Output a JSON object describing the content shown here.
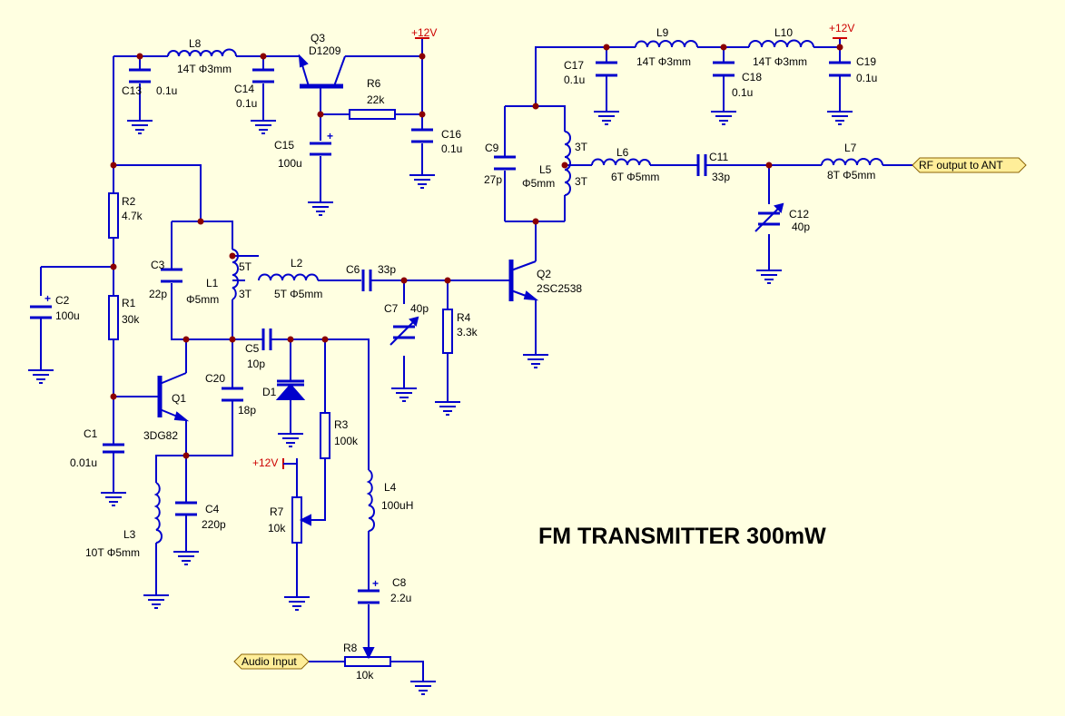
{
  "title": "FM TRANSMITTER 300mW",
  "ports": {
    "rf_out": "RF output  to ANT",
    "audio_in": "Audio Input"
  },
  "supply": "+12V",
  "transistors": {
    "q1": {
      "ref": "Q1",
      "part": "3DG82"
    },
    "q2": {
      "ref": "Q2",
      "part": "2SC2538"
    },
    "q3": {
      "ref": "Q3",
      "part": "D1209"
    }
  },
  "diode": {
    "ref": "D1"
  },
  "resistors": {
    "r1": {
      "ref": "R1",
      "value": "30k"
    },
    "r2": {
      "ref": "R2",
      "value": "4.7k"
    },
    "r3": {
      "ref": "R3",
      "value": "100k"
    },
    "r4": {
      "ref": "R4",
      "value": "3.3k"
    },
    "r6": {
      "ref": "R6",
      "value": "22k"
    },
    "r7": {
      "ref": "R7",
      "value": "10k"
    },
    "r8": {
      "ref": "R8",
      "value": "10k"
    }
  },
  "capacitors": {
    "c1": {
      "ref": "C1",
      "value": "0.01u"
    },
    "c2": {
      "ref": "C2",
      "value": "100u"
    },
    "c3": {
      "ref": "C3",
      "value": "22p"
    },
    "c4": {
      "ref": "C4",
      "value": "220p"
    },
    "c5": {
      "ref": "C5",
      "value": "10p"
    },
    "c6": {
      "ref": "C6",
      "value": "33p"
    },
    "c7": {
      "ref": "C7",
      "value": "40p"
    },
    "c8": {
      "ref": "C8",
      "value": "2.2u"
    },
    "c9": {
      "ref": "C9",
      "value": "27p"
    },
    "c11": {
      "ref": "C11",
      "value": "33p"
    },
    "c12": {
      "ref": "C12",
      "value": "40p"
    },
    "c13": {
      "ref": "C13",
      "value": "0.1u"
    },
    "c14": {
      "ref": "C14",
      "value": "0.1u"
    },
    "c15": {
      "ref": "C15",
      "value": "100u"
    },
    "c16": {
      "ref": "C16",
      "value": "0.1u"
    },
    "c17": {
      "ref": "C17",
      "value": "0.1u"
    },
    "c18": {
      "ref": "C18",
      "value": "0.1u"
    },
    "c19": {
      "ref": "C19",
      "value": "0.1u"
    },
    "c20": {
      "ref": "C20",
      "value": "18p"
    }
  },
  "inductors": {
    "l1": {
      "ref": "L1",
      "value": "Φ5mm",
      "tap_top": "5T",
      "tap_bottom": "3T"
    },
    "l2": {
      "ref": "L2",
      "value": "5T  Φ5mm"
    },
    "l3": {
      "ref": "L3",
      "value": "10T  Φ5mm"
    },
    "l4": {
      "ref": "L4",
      "value": "100uH"
    },
    "l5": {
      "ref": "L5",
      "value": "Φ5mm",
      "tap_top": "3T",
      "tap_bottom": "3T"
    },
    "l6": {
      "ref": "L6",
      "value": "6T  Φ5mm"
    },
    "l7": {
      "ref": "L7",
      "value": "8T  Φ5mm"
    },
    "l8": {
      "ref": "L8",
      "value": "14T  Φ3mm"
    },
    "l9": {
      "ref": "L9",
      "value": "14T  Φ3mm"
    },
    "l10": {
      "ref": "L10",
      "value": "14T  Φ3mm"
    }
  },
  "colors": {
    "background": "#FFFFE1",
    "wire": "#0000CC",
    "junction": "#8B0000",
    "supply": "#CC0000",
    "port": "#FFEE99"
  }
}
